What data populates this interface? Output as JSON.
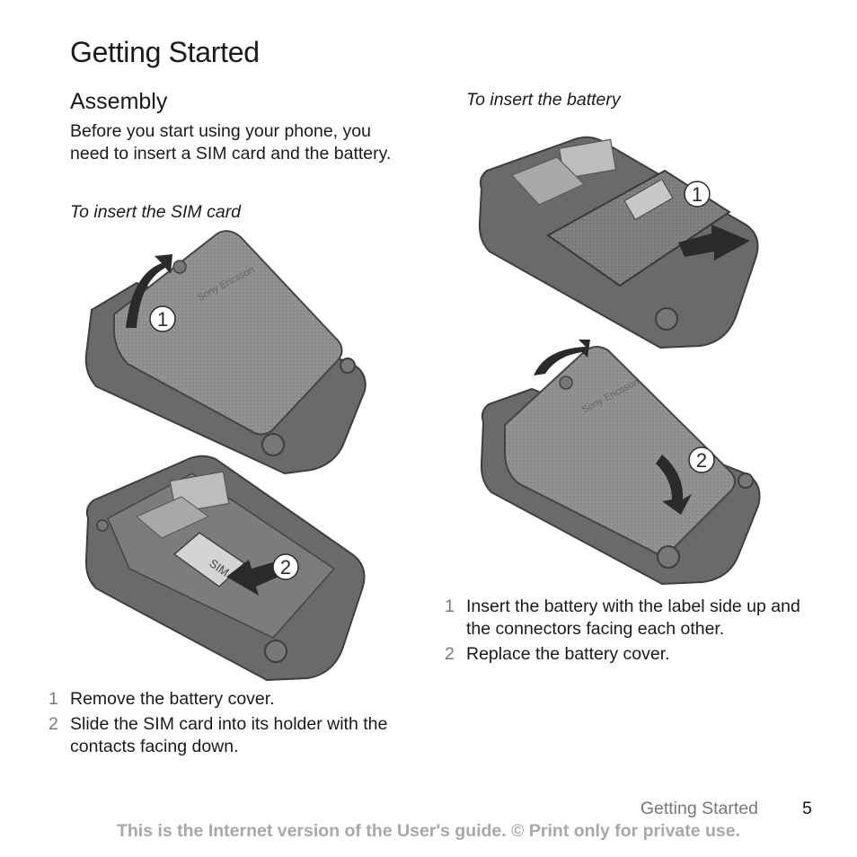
{
  "page": {
    "title": "Getting Started",
    "section": "Assembly",
    "intro": "Before you start using your phone, you need to insert a SIM card and the battery."
  },
  "sim": {
    "heading": "To insert the SIM card",
    "steps": [
      {
        "num": "1",
        "text": "Remove the battery cover."
      },
      {
        "num": "2",
        "text": "Slide the SIM card into its holder with the contacts facing down."
      }
    ],
    "illustration": {
      "callouts": [
        "1",
        "2"
      ],
      "brand": "Sony Ericsson",
      "card_label": "SIM"
    }
  },
  "battery": {
    "heading": "To insert the battery",
    "steps": [
      {
        "num": "1",
        "text": "Insert the battery with the label side up and the connectors facing each other."
      },
      {
        "num": "2",
        "text": "Replace the battery cover."
      }
    ],
    "illustration": {
      "callouts": [
        "1",
        "2"
      ],
      "brand": "Sony Ericsson"
    }
  },
  "footer": {
    "section": "Getting Started",
    "page_number": "5",
    "notice": "This is the Internet version of the User's guide. © Print only for private use."
  },
  "colors": {
    "phone_body": "#8a8a8a",
    "phone_dark": "#5a5a5a",
    "arrow": "#2a2a2a",
    "notice": "#a8a8a8"
  }
}
